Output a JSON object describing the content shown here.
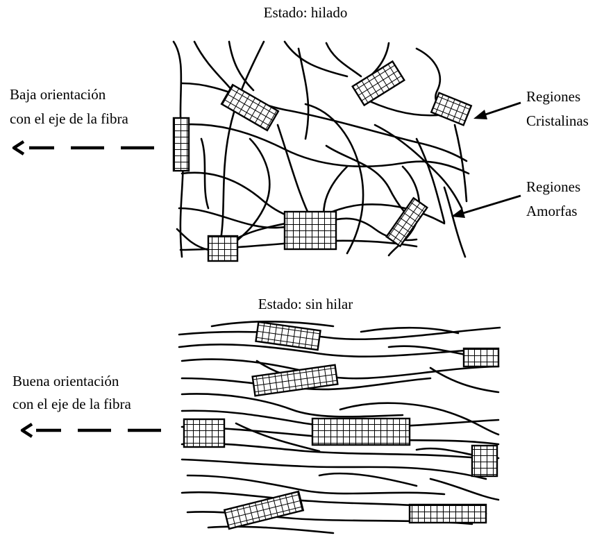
{
  "top_panel": {
    "title": "Estado: hilado",
    "orientation_label": [
      "Baja orientación",
      "con el eje de la fibra"
    ],
    "crystalline_label": [
      "Regiones",
      "Cristalinas"
    ],
    "amorphous_label": [
      "Regiones",
      "Amorfas"
    ]
  },
  "bottom_panel": {
    "title": "Estado: sin hilar",
    "orientation_label": [
      "Buena orientación",
      "con el eje de la fibra"
    ]
  },
  "colors": {
    "ink": "#000000",
    "background": "#ffffff"
  },
  "icons": {
    "direction_arrow": "dashed-left-arrow-icon",
    "pointer_arrow": "solid-left-arrow-icon"
  }
}
